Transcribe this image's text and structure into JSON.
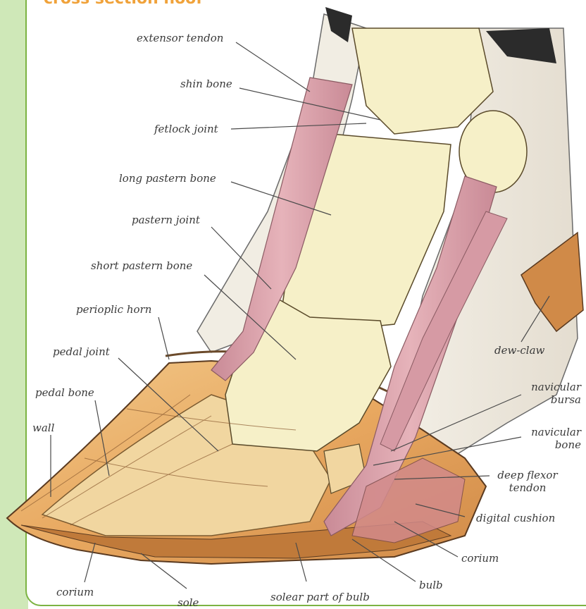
{
  "title": "cross section hoof",
  "labels": {
    "extensor_tendon": "extensor tendon",
    "shin_bone": "shin bone",
    "fetlock_joint": "fetlock joint",
    "long_pastern_bone": "long pastern bone",
    "pastern_joint": "pastern joint",
    "short_pastern_bone": "short pastern bone",
    "perioplic_horn": "perioplic horn",
    "pedal_joint": "pedal joint",
    "pedal_bone": "pedal bone",
    "wall": "wall",
    "corium_left": "corium",
    "sole": "sole",
    "solear_part_of_bulb": "solear part of bulb",
    "bulb": "bulb",
    "corium_right": "corium",
    "digital_cushion": "digital cushion",
    "deep_flexor_tendon_1": "deep flexor",
    "deep_flexor_tendon_2": "tendon",
    "navicular_bone_1": "navicular",
    "navicular_bone_2": "bone",
    "navicular_bursa_1": "navicular",
    "navicular_bursa_2": "bursa",
    "dew_claw": "dew-claw"
  },
  "colors": {
    "accent_green": "#7cb342",
    "title_orange": "#f0a23a",
    "bone": "#f6f0c8",
    "tendon": "#d9a0a8",
    "hoof_wall": "#e8b070",
    "corium": "#c07a3a",
    "line": "#4a4a4a"
  }
}
